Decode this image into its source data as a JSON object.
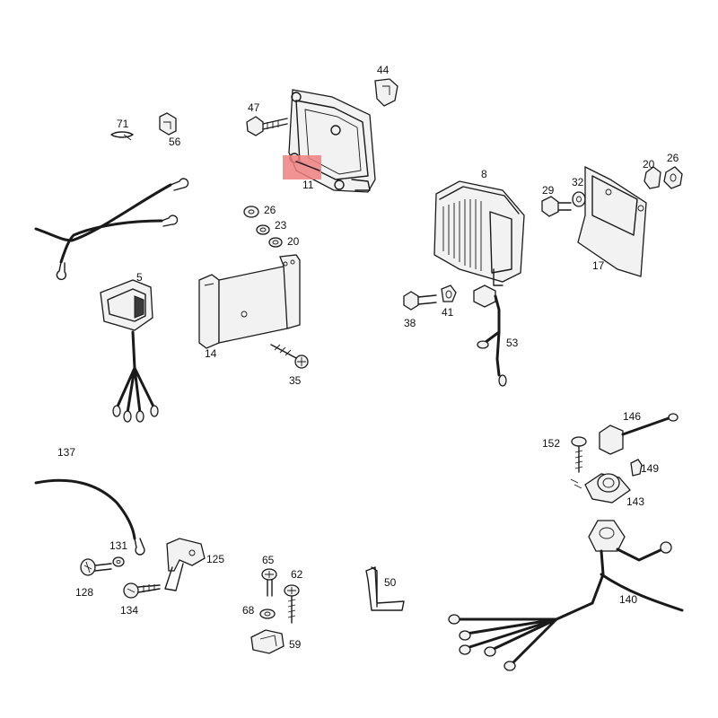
{
  "labels": {
    "p44": "44",
    "p47": "47",
    "p11": "11",
    "p71": "71",
    "p56": "56",
    "p8": "8",
    "p32": "32",
    "p20a": "20",
    "p26a": "26",
    "p29": "29",
    "p17": "17",
    "p26b": "26",
    "p23": "23",
    "p20b": "20",
    "p5": "5",
    "p14": "14",
    "p35": "35",
    "p38": "38",
    "p41": "41",
    "p53": "53",
    "p146": "146",
    "p152": "152",
    "p149": "149",
    "p143": "143",
    "p137": "137",
    "p131": "131",
    "p125": "125",
    "p128": "128",
    "p134": "134",
    "p65": "65",
    "p62": "62",
    "p68": "68",
    "p59": "59",
    "p50": "50",
    "p140": "140"
  },
  "highlight": {
    "part": "11",
    "color": "#f08080"
  },
  "colors": {
    "line": "#1a1a1a",
    "background": "#ffffff"
  }
}
